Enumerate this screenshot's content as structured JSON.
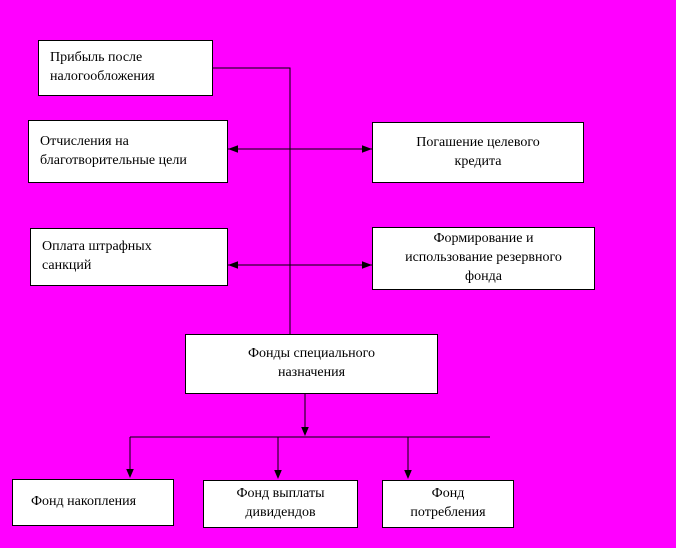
{
  "page": {
    "background_color": "#FF00FF",
    "box_fill_color": "#FFFFFF",
    "line_color": "#000000",
    "text_color": "#000000"
  },
  "diagram": {
    "boxes": {
      "profit_after_tax": {
        "label": "Прибыль после\nналогообложения"
      },
      "charity_deductions": {
        "label": "Отчисления на\nблаготворительные цели"
      },
      "loan_repayment": {
        "label": "Погашение целевого\nкредита"
      },
      "penalty_payments": {
        "label": "Оплата штрафных\nсанкций"
      },
      "reserve_fund": {
        "label": "Формирование  и\nиспользование резервного\nфонда"
      },
      "special_purpose": {
        "label": "Фонды  специального\nназначения"
      },
      "accumulation_fund": {
        "label": "Фонд накопления"
      },
      "dividend_fund": {
        "label": "Фонд выплаты\nдивидендов"
      },
      "consumption_fund": {
        "label": "Фонд\nпотребления"
      }
    }
  }
}
